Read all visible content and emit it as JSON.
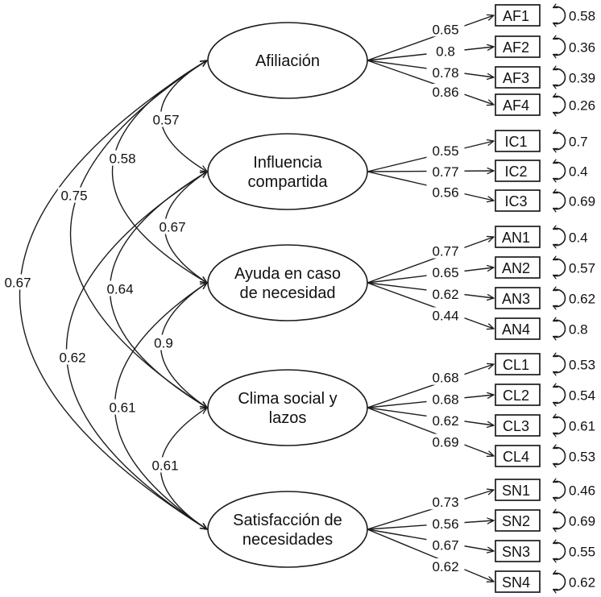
{
  "diagram": {
    "type": "cfa-path-diagram",
    "colors": {
      "background": "#ffffff",
      "stroke": "#1c1c1c",
      "text": "#111111"
    },
    "factors": [
      {
        "name": "Afiliación",
        "lines": [
          "Afiliación"
        ],
        "indicators": [
          {
            "name": "AF1",
            "loading": "0.65",
            "error": "0.58"
          },
          {
            "name": "AF2",
            "loading": "0.8",
            "error": "0.36"
          },
          {
            "name": "AF3",
            "loading": "0.78",
            "error": "0.39"
          },
          {
            "name": "AF4",
            "loading": "0.86",
            "error": "0.26"
          }
        ]
      },
      {
        "name": "Influencia compartida",
        "lines": [
          "Influencia",
          "compartida"
        ],
        "indicators": [
          {
            "name": "IC1",
            "loading": "0.55",
            "error": "0.7"
          },
          {
            "name": "IC2",
            "loading": "0.77",
            "error": "0.4"
          },
          {
            "name": "IC3",
            "loading": "0.56",
            "error": "0.69"
          }
        ]
      },
      {
        "name": "Ayuda en caso de necesidad",
        "lines": [
          "Ayuda en caso",
          "de necesidad"
        ],
        "indicators": [
          {
            "name": "AN1",
            "loading": "0.77",
            "error": "0.4"
          },
          {
            "name": "AN2",
            "loading": "0.65",
            "error": "0.57"
          },
          {
            "name": "AN3",
            "loading": "0.62",
            "error": "0.62"
          },
          {
            "name": "AN4",
            "loading": "0.44",
            "error": "0.8"
          }
        ]
      },
      {
        "name": "Clima social y lazos",
        "lines": [
          "Clima social y",
          "lazos"
        ],
        "indicators": [
          {
            "name": "CL1",
            "loading": "0.68",
            "error": "0.53"
          },
          {
            "name": "CL2",
            "loading": "0.68",
            "error": "0.54"
          },
          {
            "name": "CL3",
            "loading": "0.62",
            "error": "0.61"
          },
          {
            "name": "CL4",
            "loading": "0.69",
            "error": "0.53"
          }
        ]
      },
      {
        "name": "Satisfacción de necesidades",
        "lines": [
          "Satisfacción de",
          "necesidades"
        ],
        "indicators": [
          {
            "name": "SN1",
            "loading": "0.73",
            "error": "0.46"
          },
          {
            "name": "SN2",
            "loading": "0.56",
            "error": "0.69"
          },
          {
            "name": "SN3",
            "loading": "0.67",
            "error": "0.55"
          },
          {
            "name": "SN4",
            "loading": "0.62",
            "error": "0.62"
          }
        ]
      }
    ],
    "correlations": [
      {
        "between": [
          "Afiliación",
          "Influencia compartida"
        ],
        "value": "0.57"
      },
      {
        "between": [
          "Afiliación",
          "Ayuda en caso de necesidad"
        ],
        "value": "0.58"
      },
      {
        "between": [
          "Afiliación",
          "Clima social y lazos"
        ],
        "value": "0.75"
      },
      {
        "between": [
          "Afiliación",
          "Satisfacción de necesidades"
        ],
        "value": "0.67"
      },
      {
        "between": [
          "Influencia compartida",
          "Ayuda en caso de necesidad"
        ],
        "value": "0.67"
      },
      {
        "between": [
          "Influencia compartida",
          "Clima social y lazos"
        ],
        "value": "0.64"
      },
      {
        "between": [
          "Influencia compartida",
          "Satisfacción de necesidades"
        ],
        "value": "0.62"
      },
      {
        "between": [
          "Ayuda en caso de necesidad",
          "Clima social y lazos"
        ],
        "value": "0.9"
      },
      {
        "between": [
          "Ayuda en caso de necesidad",
          "Satisfacción de necesidades"
        ],
        "value": "0.61"
      },
      {
        "between": [
          "Clima social y lazos",
          "Satisfacción de necesidades"
        ],
        "value": "0.61"
      }
    ]
  }
}
